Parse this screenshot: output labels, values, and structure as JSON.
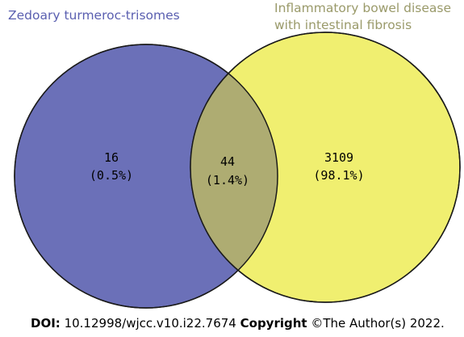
{
  "colors": {
    "set_a": "#6b70b8",
    "set_b": "#f0ef70",
    "overlap": "#aeac72",
    "outline": "#1a1a1a",
    "label_a": "#5a5fb0",
    "label_b": "#9a9a6a"
  },
  "sets": {
    "a": {
      "label": "Zedoary turmeroc-trisomes"
    },
    "b": {
      "label_line1": "Inflammatory bowel disease",
      "label_line2": "with intestinal fibrosis"
    }
  },
  "regions": {
    "a_only": {
      "count": "16",
      "percent": "(0.5%)"
    },
    "overlap": {
      "count": "44",
      "percent": "(1.4%)"
    },
    "b_only": {
      "count": "3109",
      "percent": "(98.1%)"
    }
  },
  "footer": {
    "doi_label": "DOI:",
    "doi_value": "10.12998/wjcc.v10.i22.7674",
    "copyright_label": "Copyright",
    "copyright_value": "©The Author(s) 2022."
  }
}
